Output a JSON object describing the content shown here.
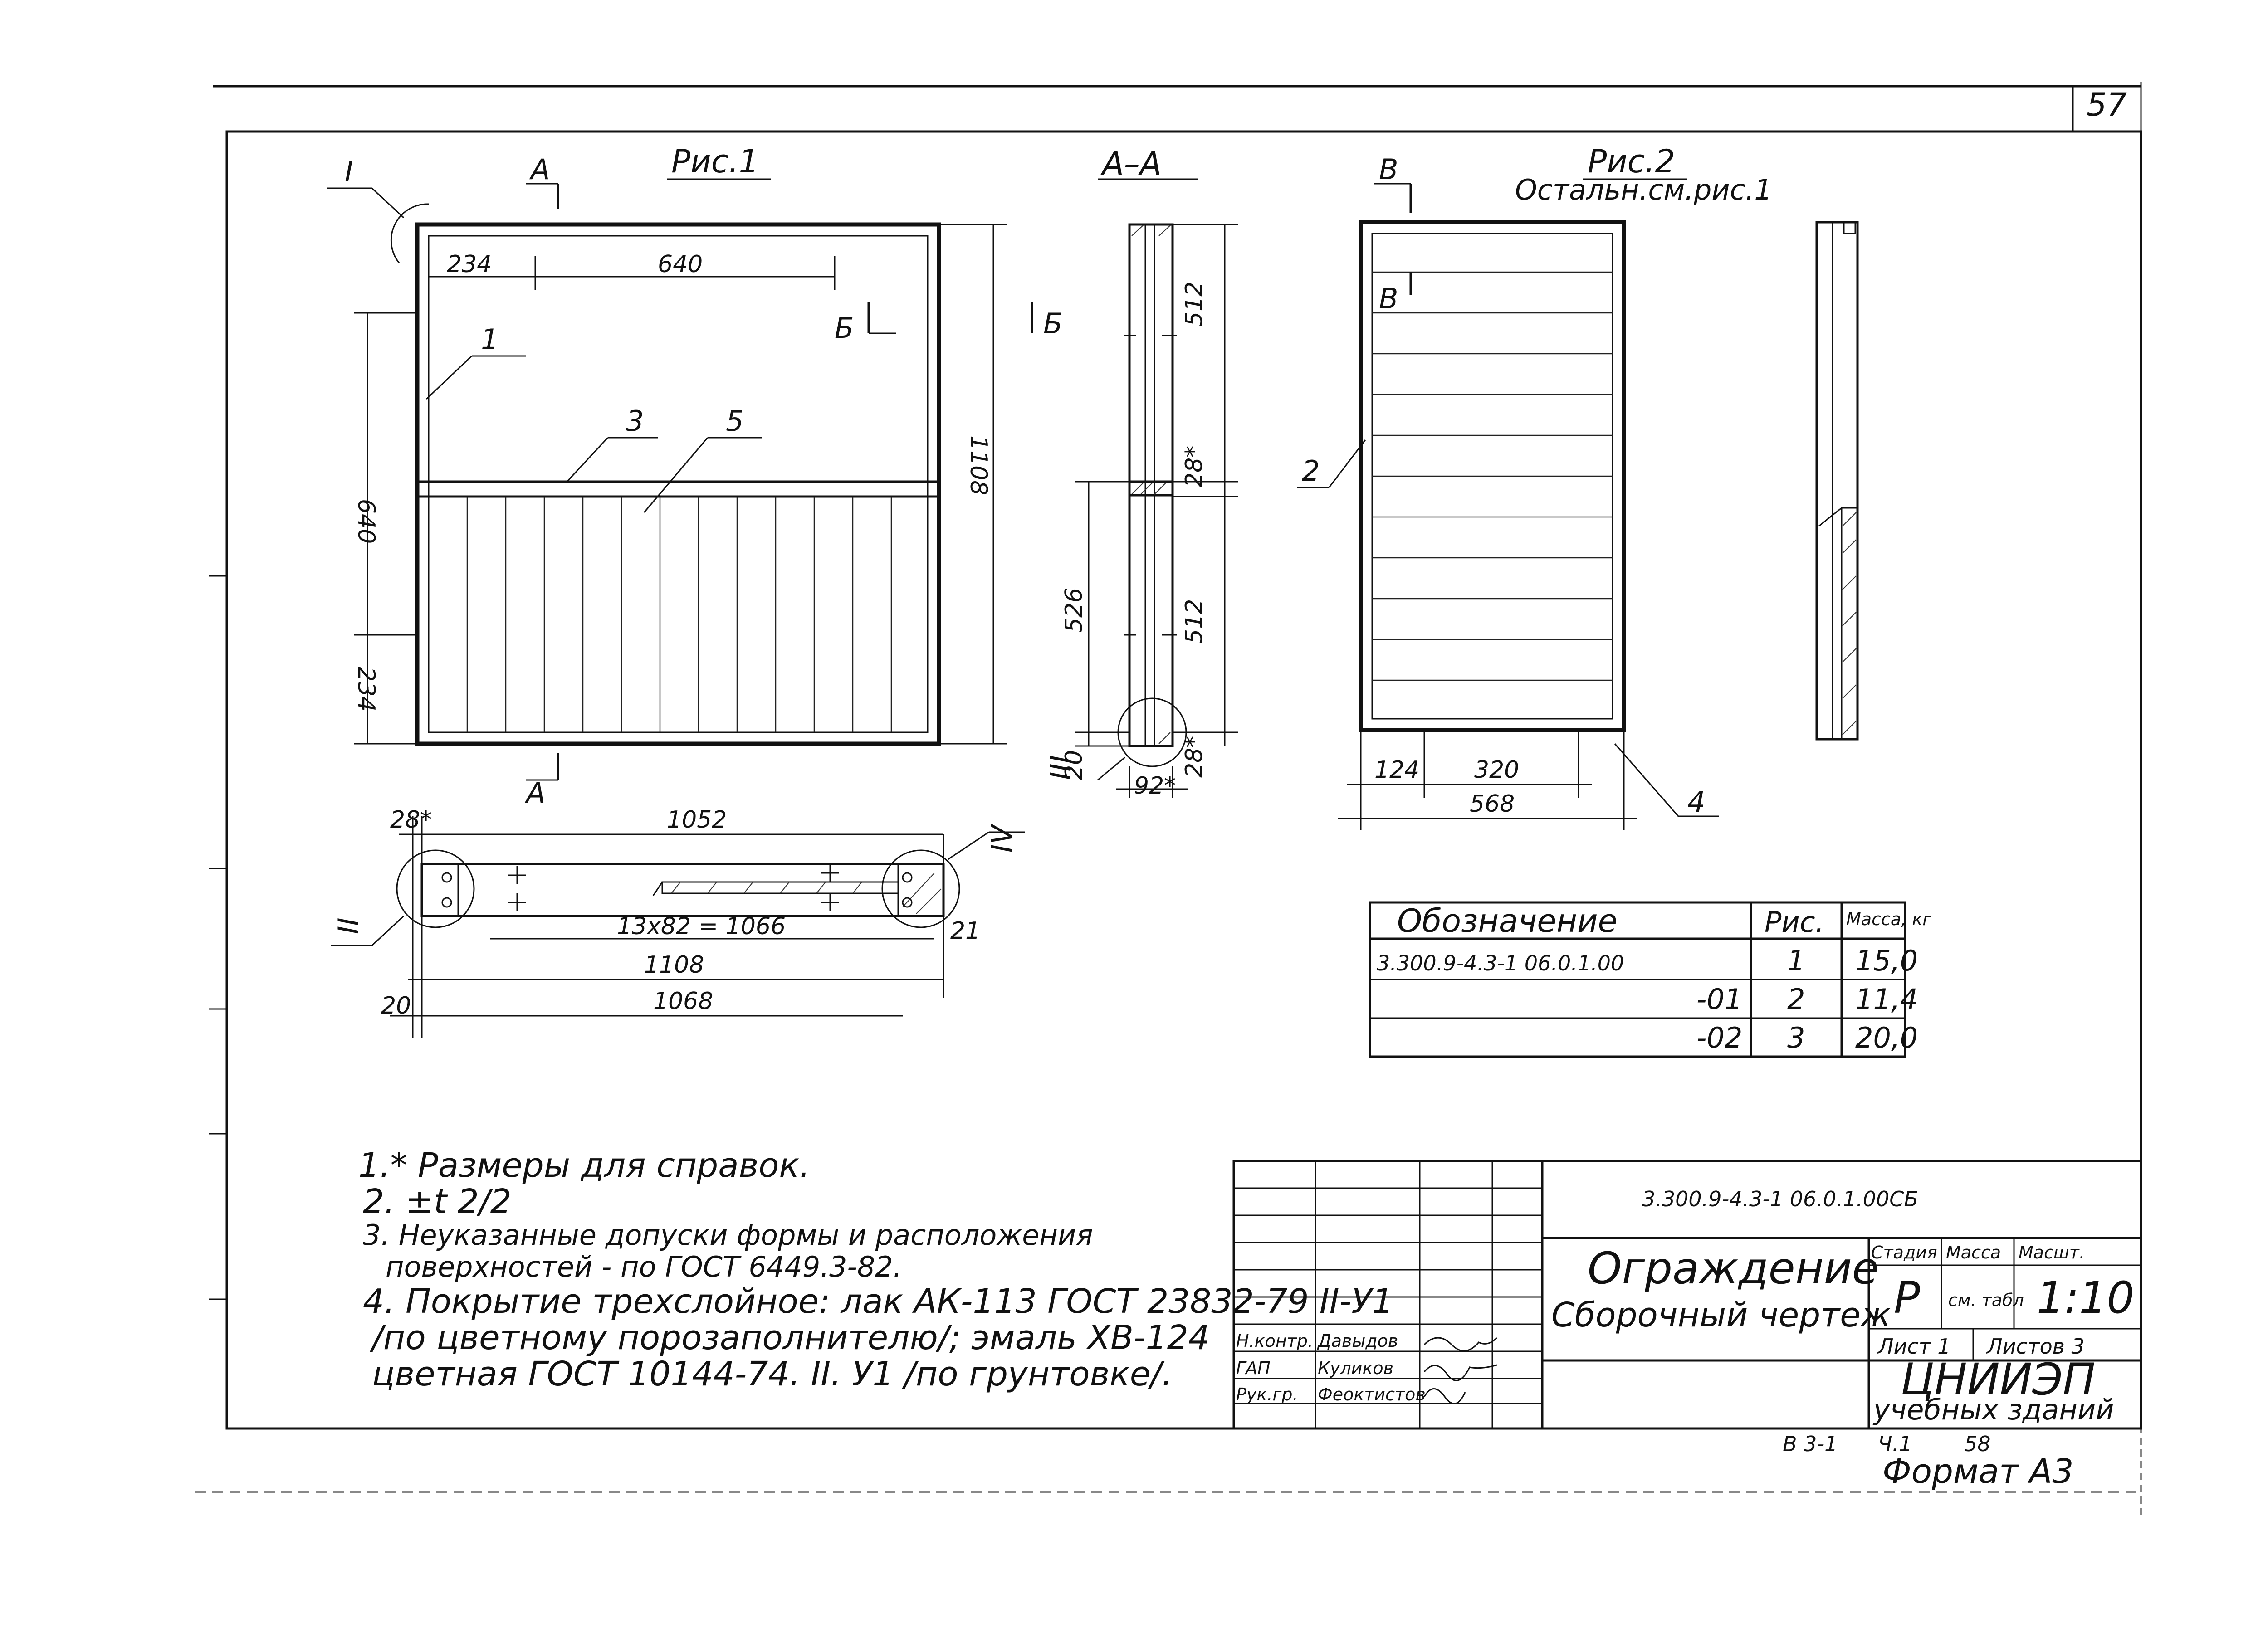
{
  "sheet": {
    "page_number": "57",
    "format": "Формат А3",
    "stamp_bottom": [
      "В 3-1",
      "Ч.1",
      "58"
    ]
  },
  "fig1": {
    "title": "Рис.1",
    "section_marks": [
      "I",
      "А",
      "А",
      "Б",
      "Б"
    ],
    "dims": {
      "top_234": "234",
      "top_640": "640",
      "left_640": "640",
      "left_234": "234",
      "right_1108": "1108"
    },
    "callouts": [
      "1",
      "3",
      "5"
    ]
  },
  "section_aa": {
    "title": "А–А",
    "dims": [
      "512",
      "28*",
      "526",
      "512",
      "20",
      "92*",
      "28*"
    ],
    "marker": "III"
  },
  "fig2": {
    "title": "Рис.2",
    "subtitle": "Остальн.см.рис.1",
    "section_marks": [
      "В",
      "В"
    ],
    "dims": [
      "124",
      "320",
      "568"
    ],
    "callouts": [
      "2",
      "4"
    ]
  },
  "plan_view": {
    "dims": {
      "d28": "28*",
      "d1052": "1052",
      "d13x82": "13x82 = 1066",
      "d21": "21",
      "d1108": "1108",
      "d20": "20",
      "d1068": "1068"
    },
    "markers": [
      "II",
      "IV"
    ]
  },
  "spec_table": {
    "headers": [
      "Обозначение",
      "Рис.",
      "Масса, кг"
    ],
    "rows": [
      {
        "designation": "3.300.9-4.3-1 06.0.1.00",
        "fig": "1",
        "mass": "15,0"
      },
      {
        "designation": "-01",
        "fig": "2",
        "mass": "11,4"
      },
      {
        "designation": "-02",
        "fig": "3",
        "mass": "20,0"
      }
    ]
  },
  "notes": [
    "1.* Размеры для справок.",
    "2. ±t 2/2",
    "3. Неуказанные допуски формы и расположения",
    "поверхностей - по ГОСТ 6449.3-82.",
    "4. Покрытие трехслойное: лак АК-113 ГОСТ 23832-79 II-У1",
    "/по цветному порозаполнителю/; эмаль ХВ-124",
    "цветная ГОСТ 10144-74. II. У1 /по грунтовке/."
  ],
  "title_block": {
    "code": "3.300.9-4.3-1 06.0.1.00СБ",
    "name_line1": "Ограждение",
    "name_line2": "Сборочный чертеж",
    "stage_label": "Стадия",
    "mass_label": "Масса",
    "scale_label": "Масшт.",
    "stage": "Р",
    "mass": "см. табл",
    "scale": "1:10",
    "sheet_label": "Лист 1",
    "sheets_label": "Листов 3",
    "org_line1": "ЦНИИЭП",
    "org_line2": "учебных зданий",
    "signers": [
      {
        "role": "Н.контр.",
        "name": "Давыдов"
      },
      {
        "role": "ГАП",
        "name": "Куликов"
      },
      {
        "role": "Рук.гр.",
        "name": "Феоктистов"
      }
    ]
  }
}
